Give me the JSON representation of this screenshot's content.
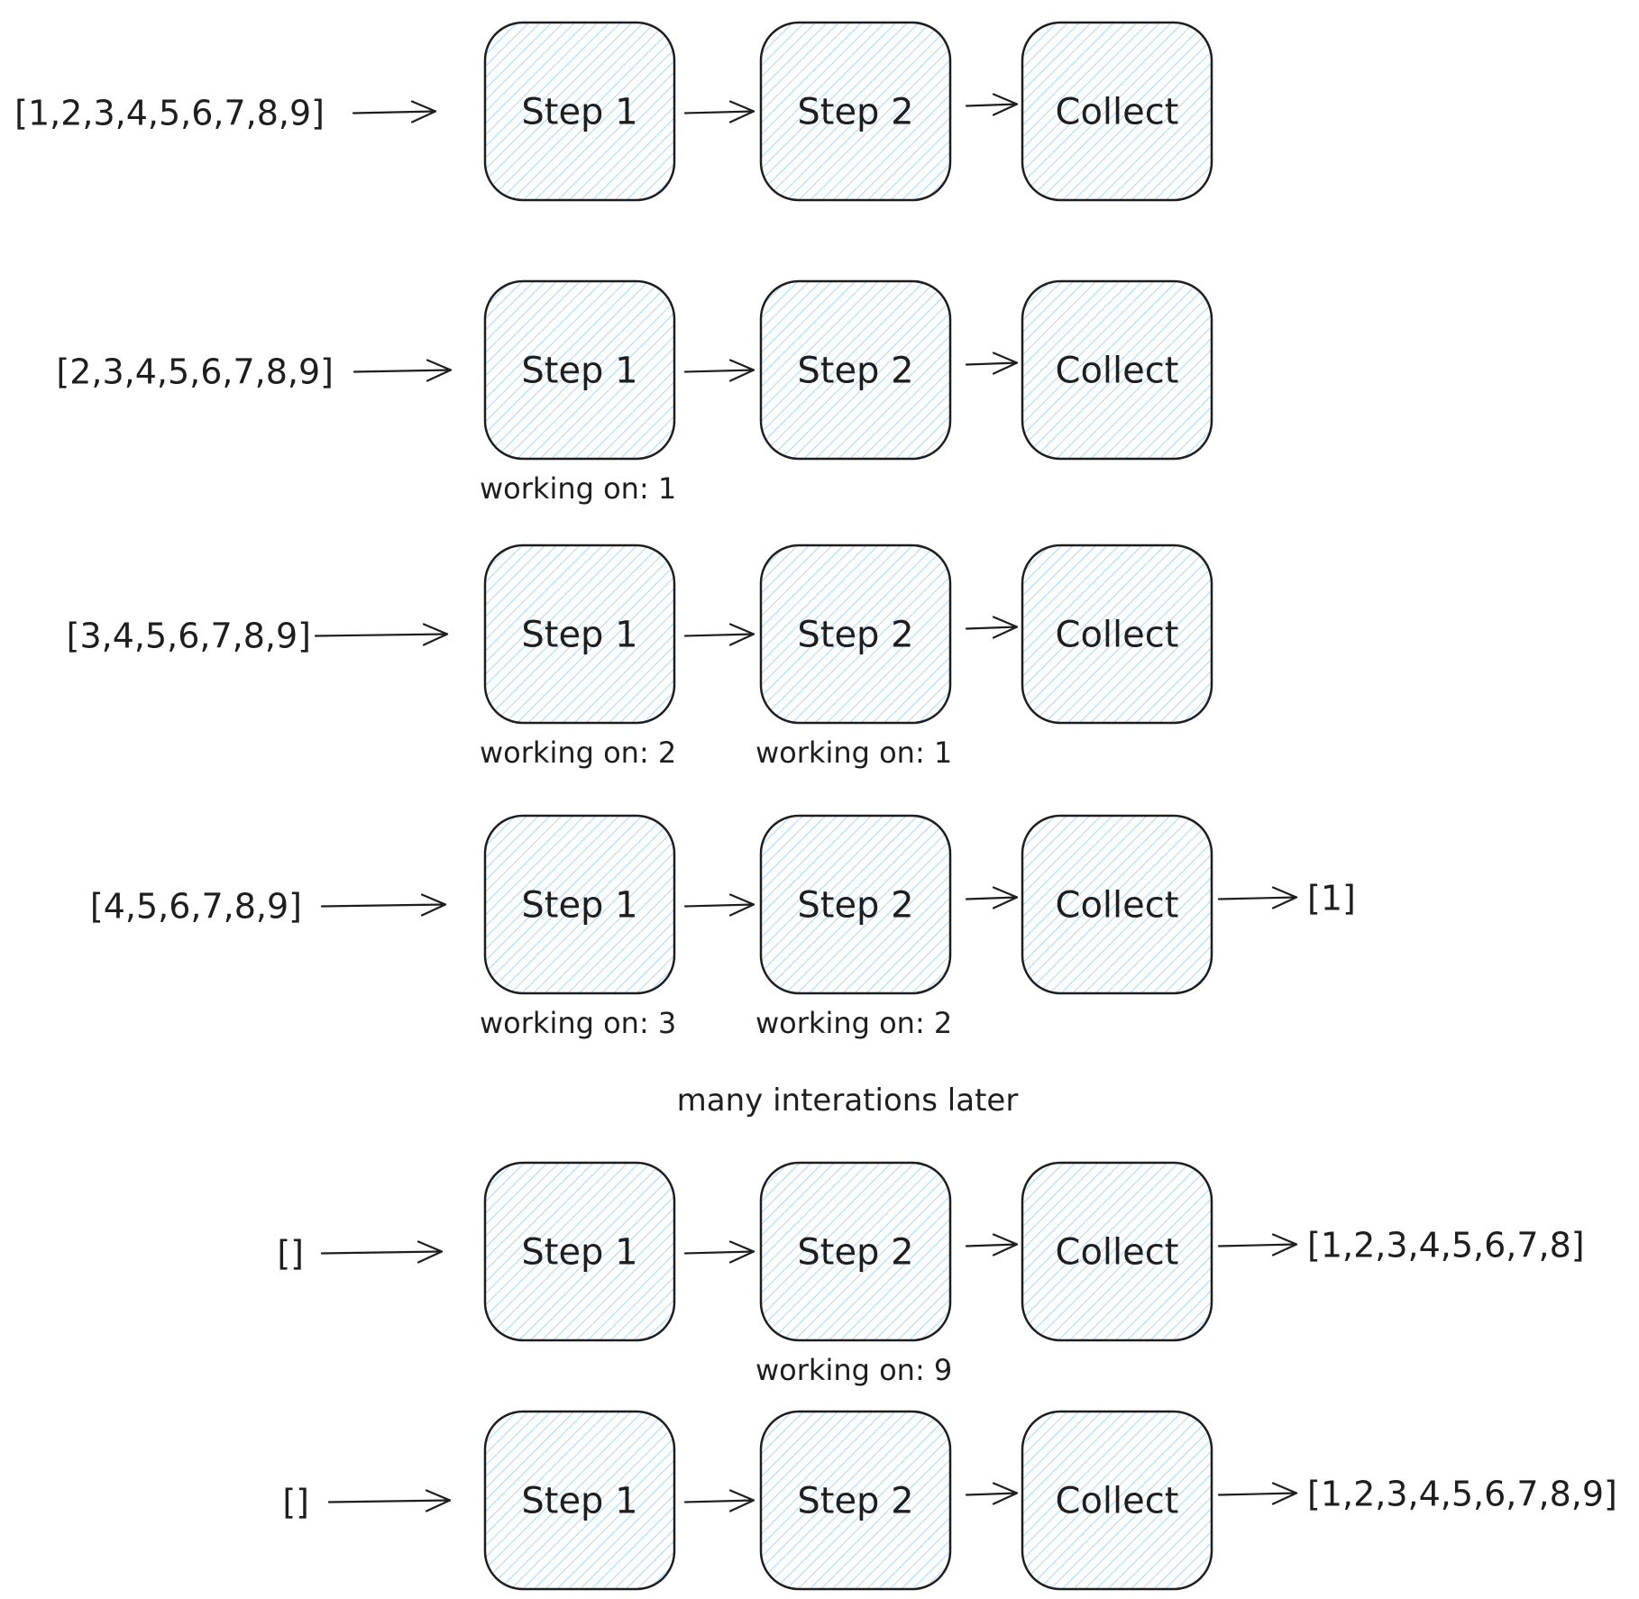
{
  "colors": {
    "box_hatch": "#a5d8ff",
    "stroke": "#1e1e1e",
    "background": "#ffffff"
  },
  "rows": [
    {
      "input": "[1,2,3,4,5,6,7,8,9]",
      "boxes": [
        "Step 1",
        "Step 2",
        "Collect"
      ],
      "working": [
        "",
        ""
      ],
      "output": ""
    },
    {
      "input": "[2,3,4,5,6,7,8,9]",
      "boxes": [
        "Step 1",
        "Step 2",
        "Collect"
      ],
      "working": [
        "working on: 1",
        ""
      ],
      "output": ""
    },
    {
      "input": "[3,4,5,6,7,8,9]",
      "boxes": [
        "Step 1",
        "Step 2",
        "Collect"
      ],
      "working": [
        "working on: 2",
        "working on: 1"
      ],
      "output": ""
    },
    {
      "input": "[4,5,6,7,8,9]",
      "boxes": [
        "Step 1",
        "Step 2",
        "Collect"
      ],
      "working": [
        "working on: 3",
        "working on: 2"
      ],
      "output": "[1]"
    },
    {
      "input": "[]",
      "boxes": [
        "Step 1",
        "Step 2",
        "Collect"
      ],
      "working": [
        "",
        "working on: 9"
      ],
      "output": "[1,2,3,4,5,6,7,8]"
    },
    {
      "input": "[]",
      "boxes": [
        "Step 1",
        "Step 2",
        "Collect"
      ],
      "working": [
        "",
        ""
      ],
      "output": "[1,2,3,4,5,6,7,8,9]"
    }
  ],
  "note": "many interations later"
}
